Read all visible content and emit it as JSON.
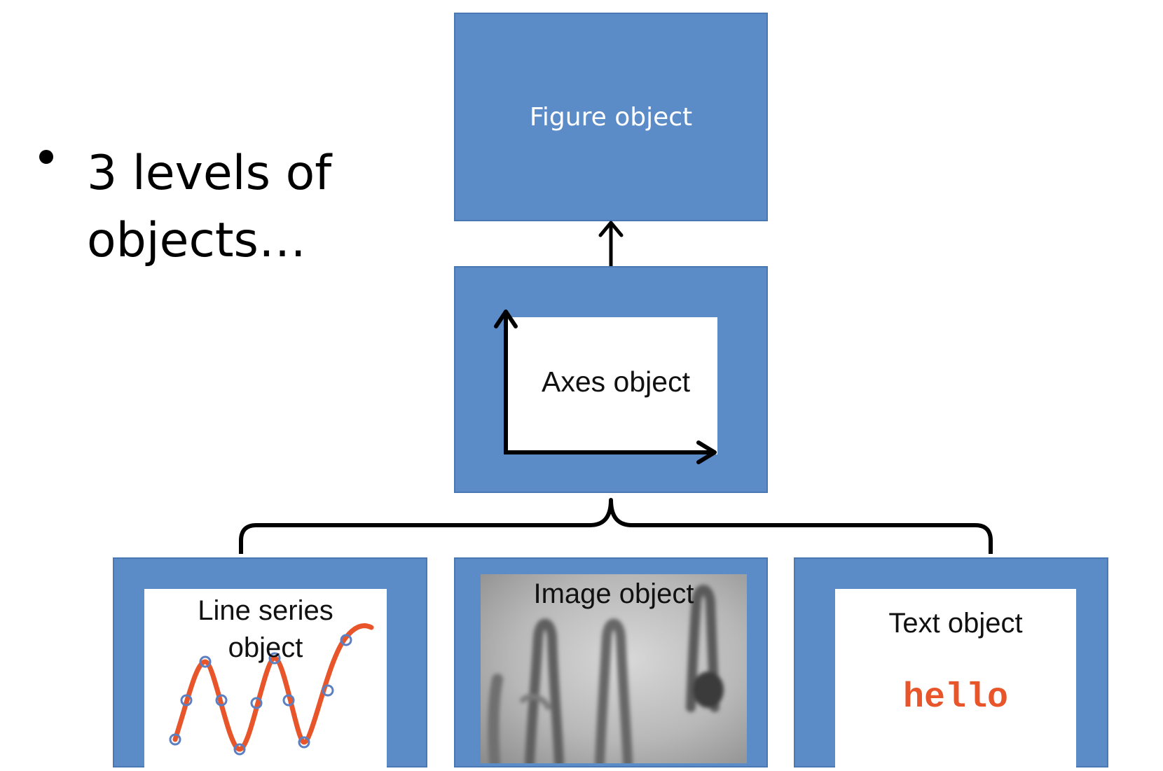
{
  "bullet": {
    "text_line1": "3 levels of",
    "text_line2": "objects…"
  },
  "nodes": {
    "figure": {
      "label": "Figure object"
    },
    "axes": {
      "label": "Axes object"
    },
    "line_series": {
      "label_line1": "Line series",
      "label_line2": "object"
    },
    "image": {
      "label": "Image object"
    },
    "text": {
      "label": "Text object",
      "sample": "hello"
    }
  },
  "colors": {
    "box_fill": "#5b8cc8",
    "box_border": "#4a78b4",
    "curve": "#e8552b",
    "marker": "#5b7fc0",
    "hello_text": "#e8552b",
    "connector": "#000000"
  }
}
